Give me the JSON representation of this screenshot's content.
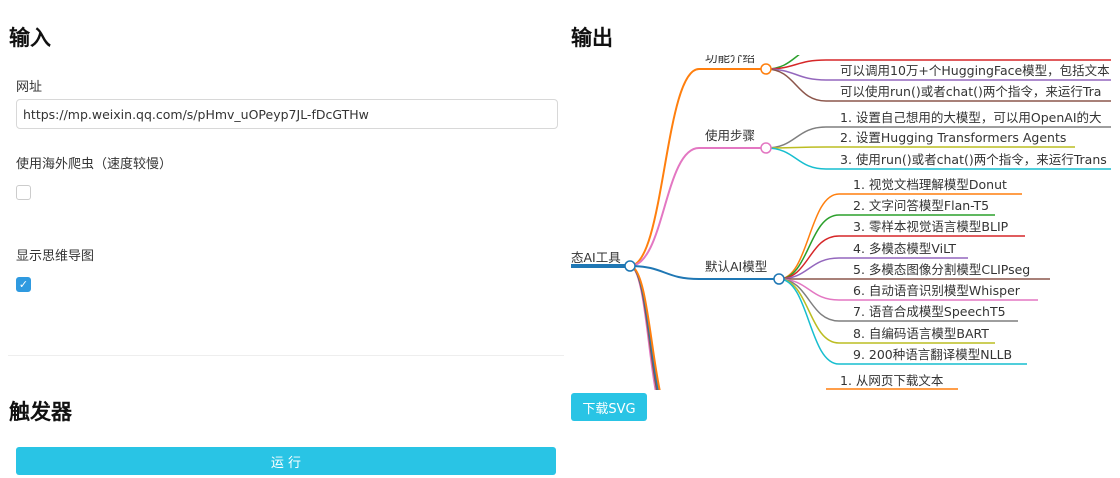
{
  "input_section": {
    "title": "输入",
    "url_label": "网址",
    "url_value": "https://mp.weixin.qq.com/s/pHmv_uOPeyp7JL-fDcGTHw",
    "overseas_label": "使用海外爬虫（速度较慢）",
    "overseas_checked": false,
    "mindmap_label": "显示思维导图",
    "mindmap_checked": true
  },
  "trigger_section": {
    "title": "触发器",
    "run_label": "运 行"
  },
  "output_section": {
    "title": "输出",
    "download_label": "下载SVG"
  },
  "mindmap": {
    "root": "态AI工具",
    "branches": [
      {
        "label": "功能介绍",
        "color": "#ff7f0e",
        "children": [
          {
            "label": "",
            "color": "#2ca02c"
          },
          {
            "label": "",
            "color": "#d62728"
          },
          {
            "label": "可以调用10万+个HuggingFace模型，包括文本",
            "color": "#9467bd"
          },
          {
            "label": "可以使用run()或者chat()两个指令，来运行Tra",
            "color": "#8c564b"
          }
        ]
      },
      {
        "label": "使用步骤",
        "color": "#e377c2",
        "children": [
          {
            "label": "1. 设置自己想用的大模型，可以用OpenAI的大",
            "color": "#7f7f7f"
          },
          {
            "label": "2. 设置Hugging Transformers Agents",
            "color": "#bcbd22"
          },
          {
            "label": "3. 使用run()或者chat()两个指令，来运行Trans",
            "color": "#17becf"
          }
        ]
      },
      {
        "label": "默认AI模型",
        "color": "#1f77b4",
        "children": [
          {
            "label": "1. 视觉文档理解模型Donut",
            "color": "#ff7f0e"
          },
          {
            "label": "2. 文字问答模型Flan-T5",
            "color": "#2ca02c"
          },
          {
            "label": "3. 零样本视觉语言模型BLIP",
            "color": "#d62728"
          },
          {
            "label": "4. 多模态模型ViLT",
            "color": "#9467bd"
          },
          {
            "label": "5. 多模态图像分割模型CLIPseg",
            "color": "#8c564b"
          },
          {
            "label": "6. 自动语音识别模型Whisper",
            "color": "#e377c2"
          },
          {
            "label": "7. 语音合成模型SpeechT5",
            "color": "#7f7f7f"
          },
          {
            "label": "8. 自编码语言模型BART",
            "color": "#bcbd22"
          },
          {
            "label": "9. 200种语言翻译模型NLLB",
            "color": "#17becf"
          }
        ]
      }
    ],
    "extra": {
      "label": "1. 从网页下载文本",
      "color": "#ff7f0e"
    }
  }
}
